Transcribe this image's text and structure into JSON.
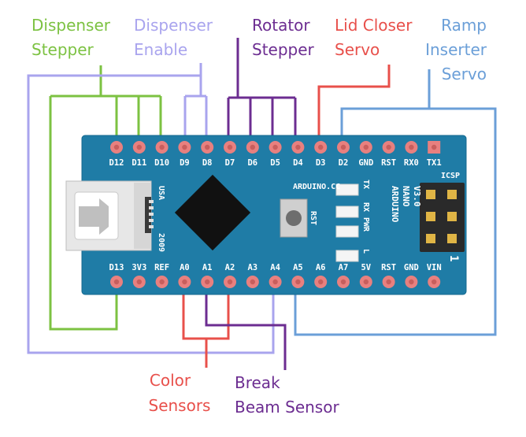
{
  "labels": {
    "dispenser_stepper": [
      "Dispenser",
      "Stepper"
    ],
    "dispenser_enable": [
      "Dispenser",
      "Enable"
    ],
    "rotator_stepper": [
      "Rotator",
      "Stepper"
    ],
    "lid_closer_servo": [
      "Lid Closer",
      "Servo"
    ],
    "ramp_inserter_servo": [
      "Ramp",
      "Inserter",
      "Servo"
    ],
    "color_sensors": [
      "Color",
      "Sensors"
    ],
    "break_beam_sensor": [
      "Break",
      "Beam Sensor"
    ]
  },
  "colors": {
    "green": "#7cc242",
    "lavender": "#a9a4ee",
    "purple": "#6c2d91",
    "red": "#e8504b",
    "blue": "#6b9fd8",
    "board": "#1f7ca6",
    "pad": "#e8807f"
  },
  "board": {
    "top_pins": [
      "D12",
      "D11",
      "D10",
      "D9",
      "D8",
      "D7",
      "D6",
      "D5",
      "D4",
      "D3",
      "D2",
      "GND",
      "RST",
      "RX0",
      "TX1"
    ],
    "bottom_pins": [
      "D13",
      "3V3",
      "REF",
      "A0",
      "A1",
      "A2",
      "A3",
      "A4",
      "A5",
      "A6",
      "A7",
      "5V",
      "RST",
      "GND",
      "VIN"
    ],
    "site": "ARDUINO.CC",
    "leds": [
      "TX",
      "RX",
      "PWR",
      "L"
    ],
    "model": [
      "ARDUINO",
      "NANO",
      "V3.0"
    ],
    "usa": "USA",
    "year": "2009",
    "rst_button": "RST",
    "icsp": "ICSP",
    "icsp_pin1": "1"
  }
}
